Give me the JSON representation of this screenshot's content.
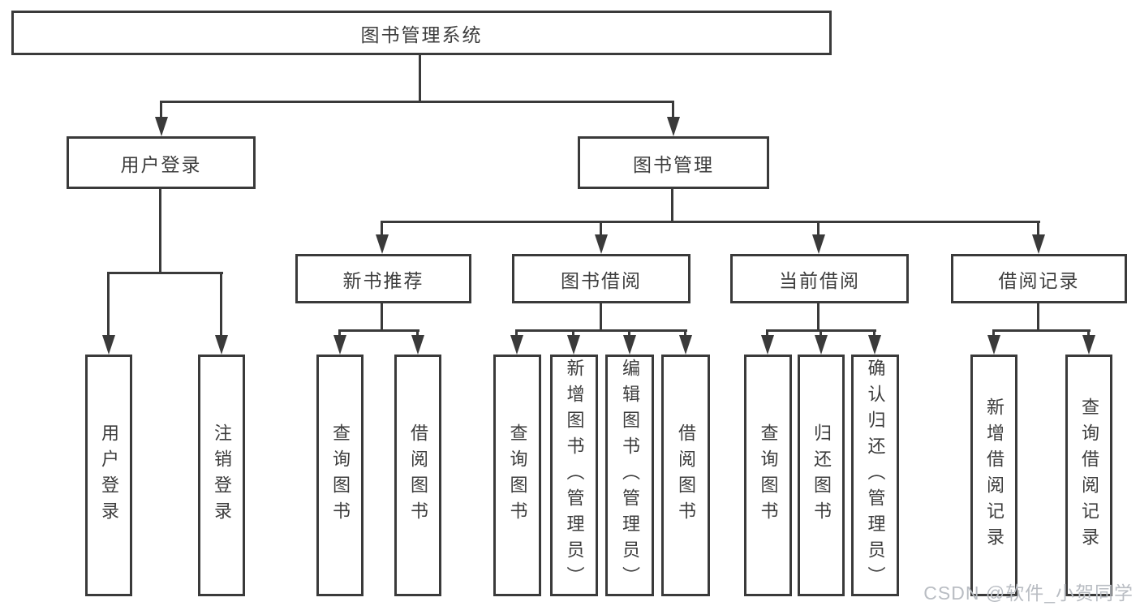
{
  "diagram": {
    "root": {
      "label": "图书管理系统"
    },
    "level2": [
      {
        "label": "用户登录"
      },
      {
        "label": "图书管理"
      }
    ],
    "level3": [
      {
        "label": "新书推荐"
      },
      {
        "label": "图书借阅"
      },
      {
        "label": "当前借阅"
      },
      {
        "label": "借阅记录"
      }
    ],
    "leaves": [
      {
        "label": "用户登录"
      },
      {
        "label": "注销登录"
      },
      {
        "label": "查询图书"
      },
      {
        "label": "借阅图书"
      },
      {
        "label": "查询图书"
      },
      {
        "label": "新增图书（管理员）"
      },
      {
        "label": "编辑图书（管理员）"
      },
      {
        "label": "借阅图书"
      },
      {
        "label": "查询图书"
      },
      {
        "label": "归还图书"
      },
      {
        "label": "确认归还（管理员）"
      },
      {
        "label": "新增借阅记录"
      },
      {
        "label": "查询借阅记录"
      }
    ]
  },
  "watermark": {
    "text": "CSDN @软件_小贺同学"
  },
  "colors": {
    "line": "#3a3a3a",
    "text": "#3d3d3d",
    "watermark": "#b9bdc3",
    "background": "#ffffff"
  }
}
